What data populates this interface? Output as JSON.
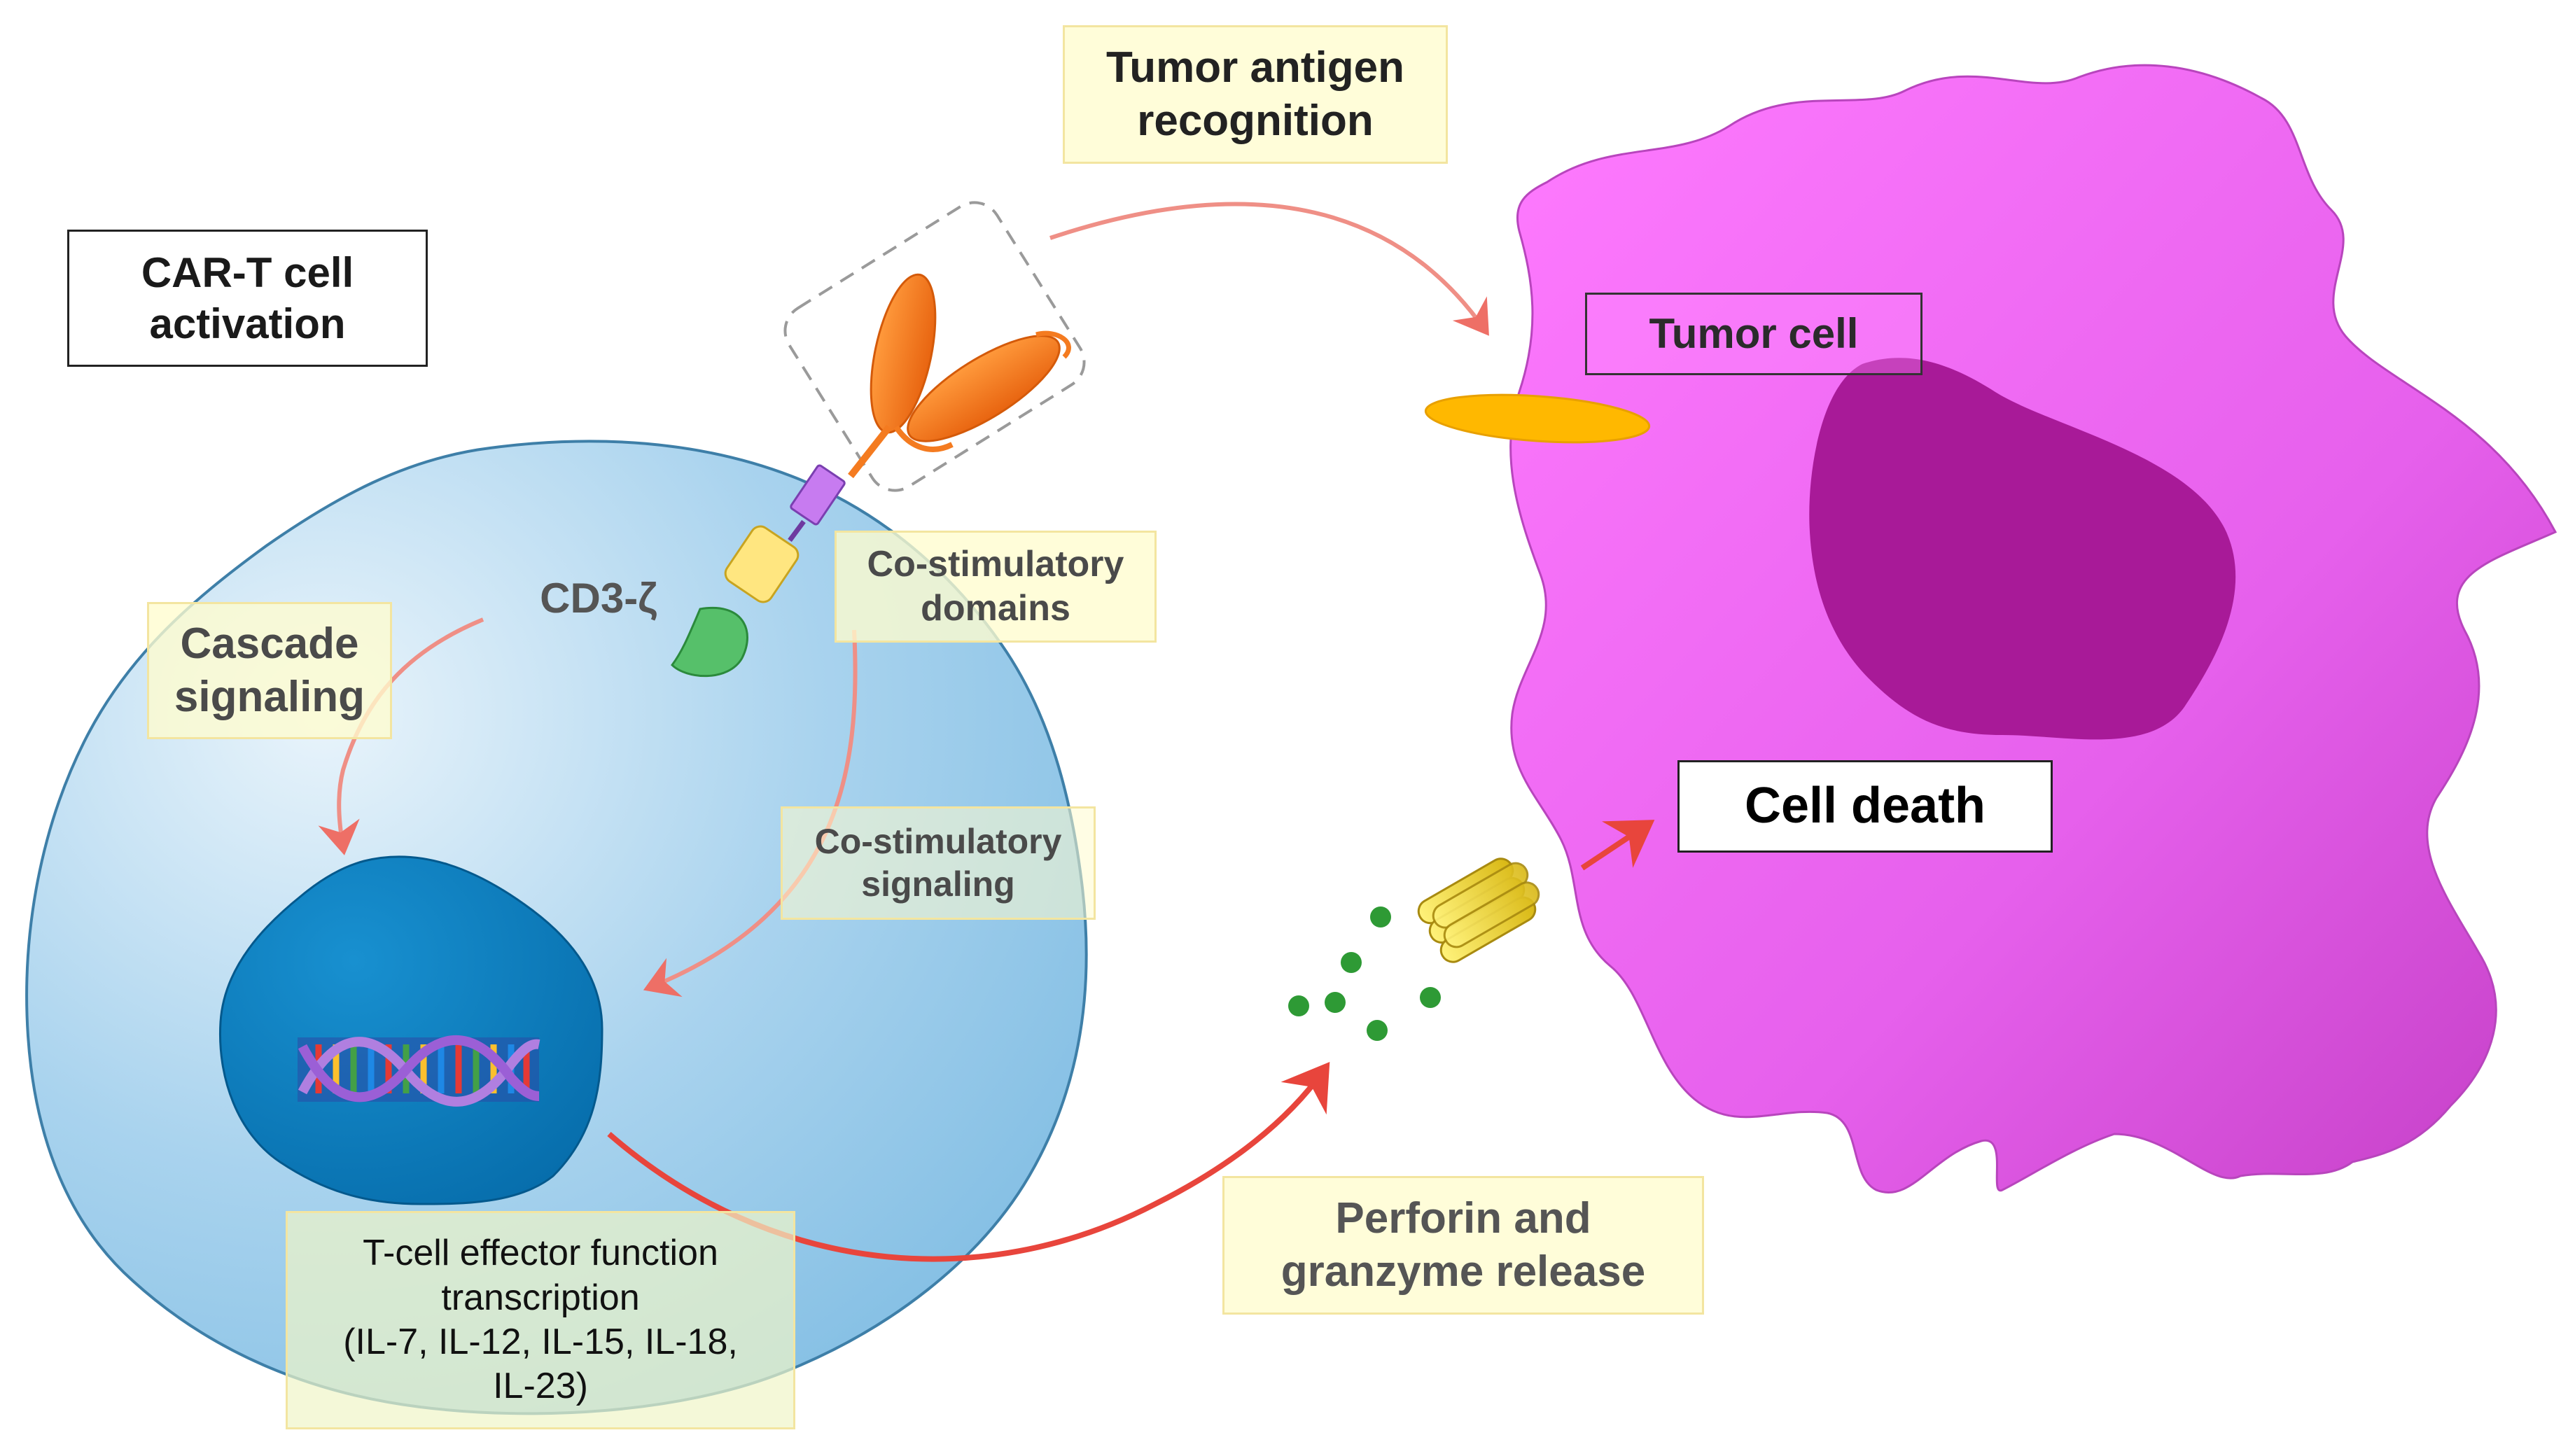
{
  "labels": {
    "car_t_activation": "CAR-T cell\nactivation",
    "tumor_antigen_recognition": "Tumor antigen\nrecognition",
    "tumor_cell": "Tumor cell",
    "cd3_zeta": "CD3-ζ",
    "costimulatory_domains": "Co-stimulatory\ndomains",
    "cascade_signaling": "Cascade\nsignaling",
    "costimulatory_signaling": "Co-stimulatory\nsignaling",
    "cell_death": "Cell death",
    "effector_transcription": "T-cell effector function\ntranscription\n(IL-7, IL-12, IL-15, IL-18,\nIL-23)",
    "perforin_release": "Perforin and\ngranzyme release"
  },
  "colors": {
    "t_cell": "#8fc4e6",
    "t_cell_nucleus": "#0a7fbf",
    "tumor_cell": "#e966ee",
    "tumor_nucleus": "#a31a95",
    "car_scfv": "#f47b20",
    "antigen": "#ffb400",
    "granules": "#2e9a35",
    "pore": "#f1d52a",
    "arrow": "#e8453c"
  }
}
